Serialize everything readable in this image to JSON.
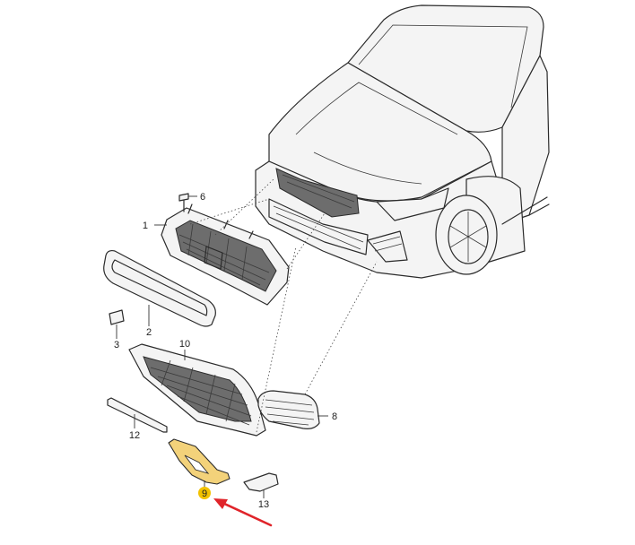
{
  "callouts": [
    {
      "id": "1",
      "label": "1"
    },
    {
      "id": "2",
      "label": "2"
    },
    {
      "id": "3",
      "label": "3"
    },
    {
      "id": "6",
      "label": "6"
    },
    {
      "id": "8",
      "label": "8"
    },
    {
      "id": "9",
      "label": "9",
      "highlighted": true
    },
    {
      "id": "10",
      "label": "10"
    },
    {
      "id": "12",
      "label": "12"
    },
    {
      "id": "13",
      "label": "13"
    }
  ],
  "colors": {
    "highlight_badge": "#f2c200",
    "highlight_part": "#f3d27a",
    "arrow": "#e0242a",
    "line": "#2b2b2b"
  }
}
